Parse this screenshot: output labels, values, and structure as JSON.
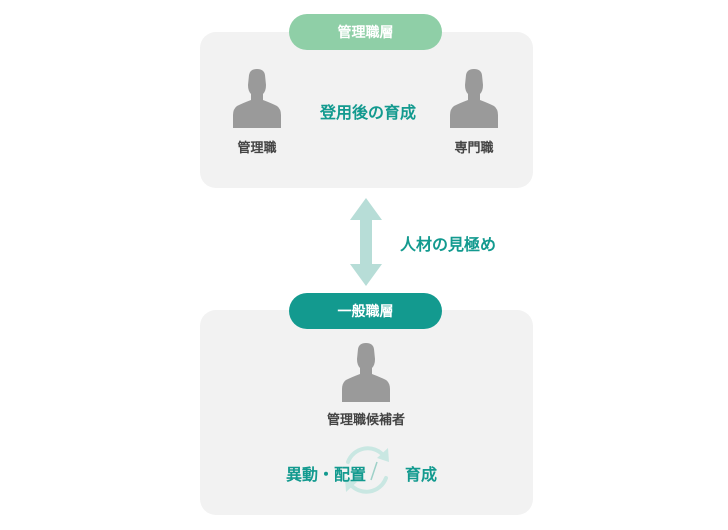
{
  "colors": {
    "panel_bg": "#f2f2f2",
    "top_pill": "#8fcfa7",
    "bottom_pill": "#139a8f",
    "accent_text": "#139a8f",
    "arrow": "#b7ddd7",
    "person": "#9a9a9a",
    "cycle": "#c9e7e2"
  },
  "top": {
    "pill": "管理職層",
    "center_text": "登用後の育成",
    "left_label": "管理職",
    "right_label": "専門職"
  },
  "middle": {
    "text": "人材の見極め"
  },
  "bottom": {
    "pill": "一般職層",
    "person_label": "管理職候補者",
    "cycle_left": "異動・配置",
    "cycle_right": "育成"
  }
}
